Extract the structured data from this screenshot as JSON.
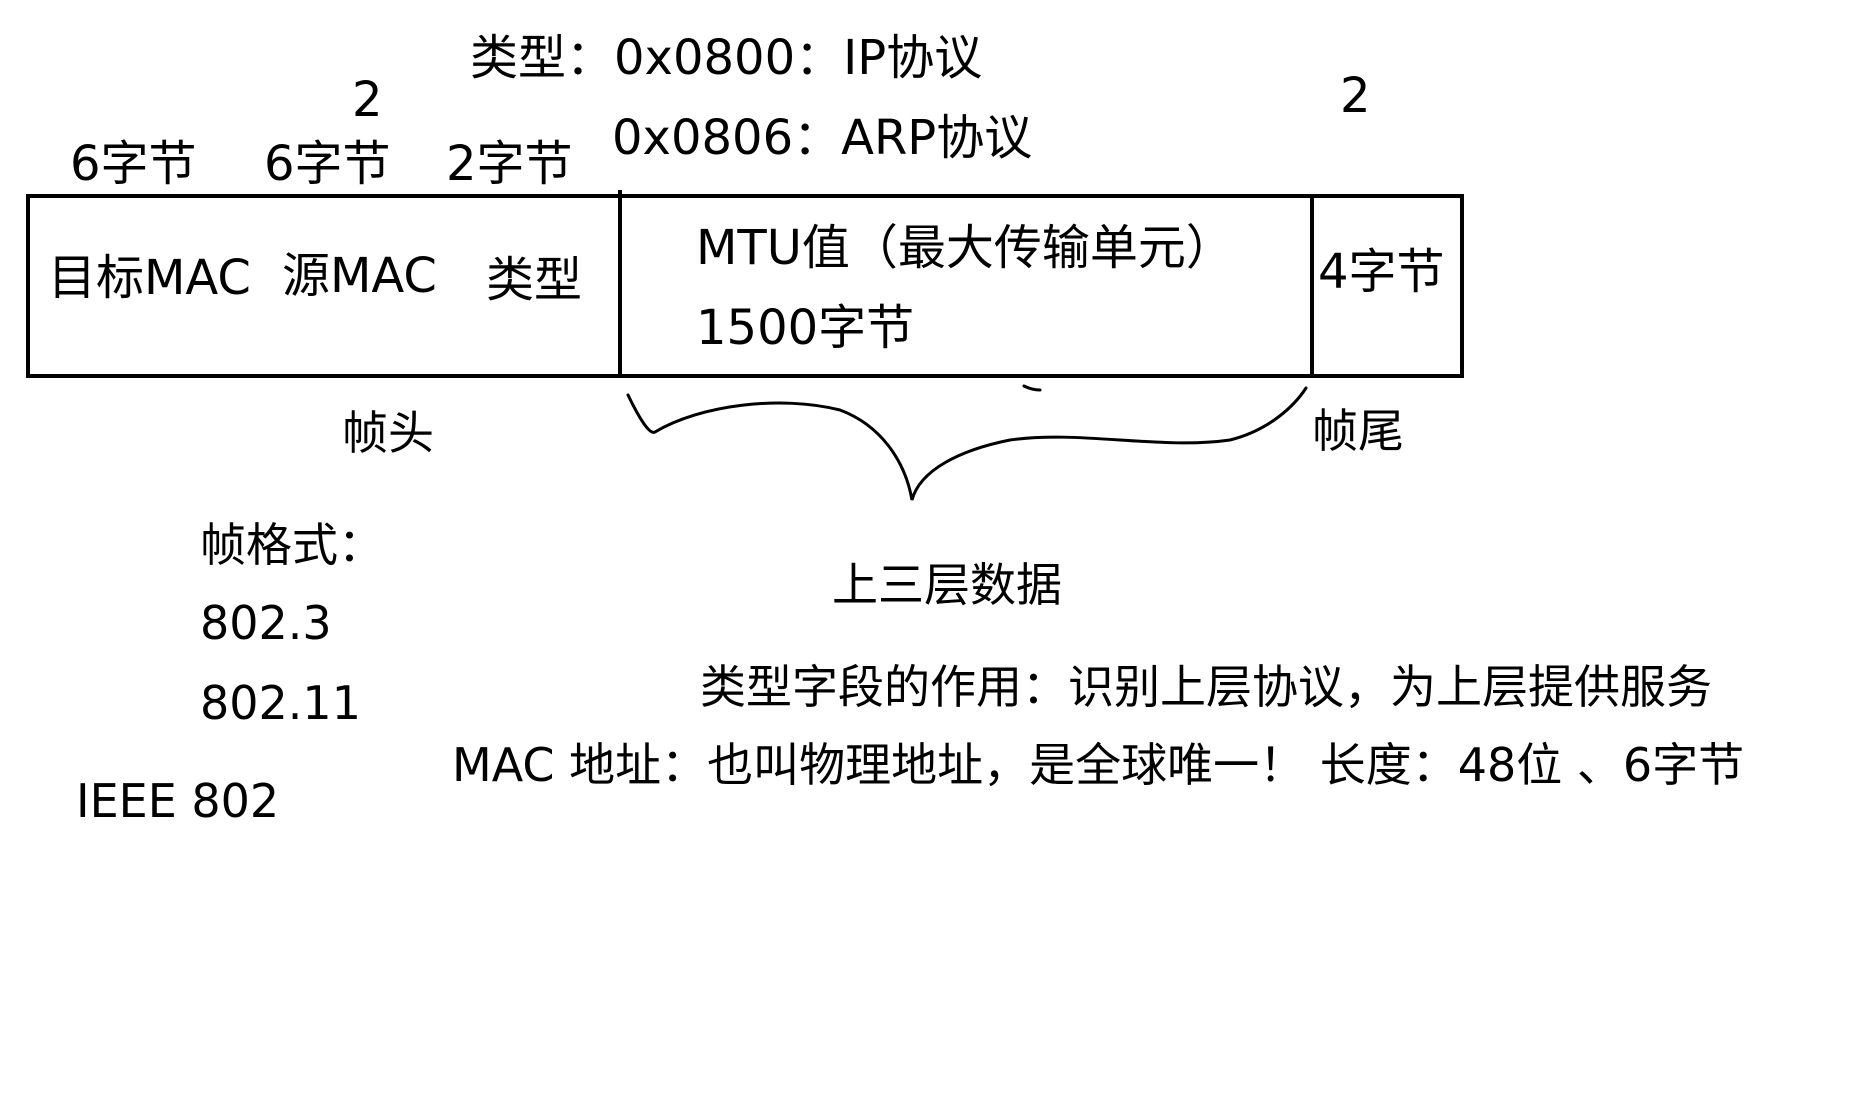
{
  "type_note": {
    "line1": "类型：0x0800：IP协议",
    "line2": "0x0806：ARP协议"
  },
  "annotations": {
    "two_left": "2",
    "two_right": "2"
  },
  "header_sizes": {
    "dest_mac": "6字节",
    "src_mac": "6字节",
    "type": "2字节"
  },
  "frame": {
    "dest_mac": "目标MAC",
    "src_mac": "源MAC",
    "type": "类型",
    "payload_line1": "MTU值（最大传输单元）",
    "payload_line2": "1500字节",
    "trailer": "4字节"
  },
  "labels": {
    "frame_header": "帧头",
    "frame_trailer": "帧尾",
    "upper_layer_data": "上三层数据"
  },
  "frame_formats": {
    "title": "帧格式：",
    "items": [
      "802.3",
      "802.11"
    ],
    "standard": "IEEE 802"
  },
  "notes": {
    "type_field": "类型字段的作用：识别上层协议，为上层提供服务",
    "mac_address": "MAC  地址：也叫物理地址，是全球唯一！ 长度：48位 、6字节"
  },
  "colors": {
    "ink": "#000000",
    "background": "#ffffff"
  }
}
